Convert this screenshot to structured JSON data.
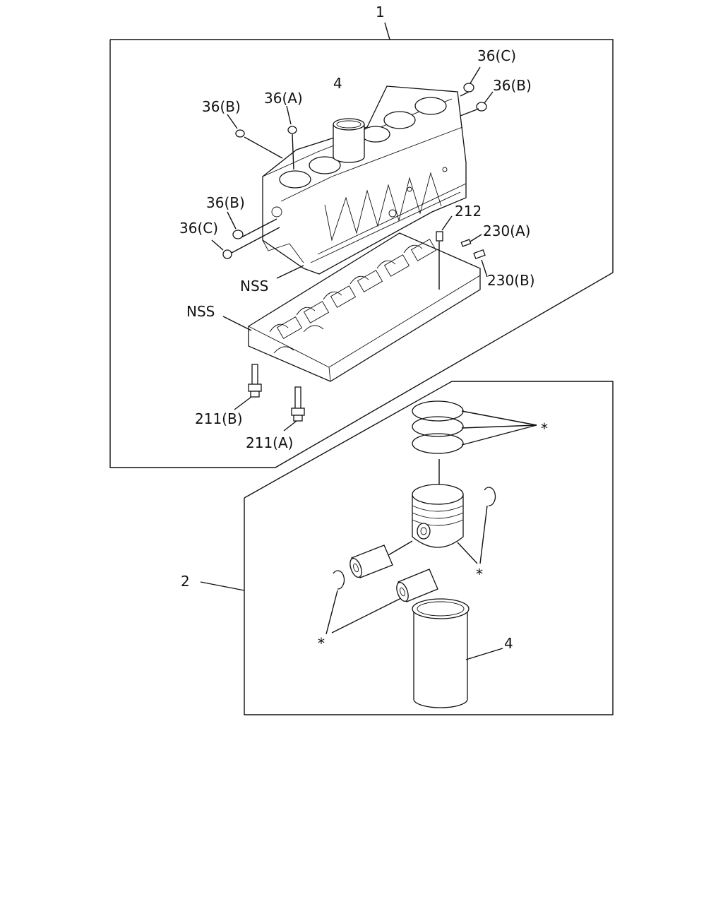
{
  "callouts": {
    "block_assembly": "1",
    "piston_kit": "2",
    "liner_top": "4",
    "liner_bottom": "4",
    "plug_36c_top": "36(C)",
    "plug_36b_right": "36(B)",
    "plug_36b_left": "36(B)",
    "plug_36a": "36(A)",
    "plug_36b_front": "36(B)",
    "plug_36c_front": "36(C)",
    "part_212": "212",
    "part_230a": "230(A)",
    "part_230b": "230(B)",
    "nss_upper": "NSS",
    "nss_lower": "NSS",
    "bolt_211b": "211(B)",
    "bolt_211a": "211(A)",
    "asterisk_rings": "*",
    "asterisk_clips_right": "*",
    "asterisk_clips_left": "*"
  }
}
